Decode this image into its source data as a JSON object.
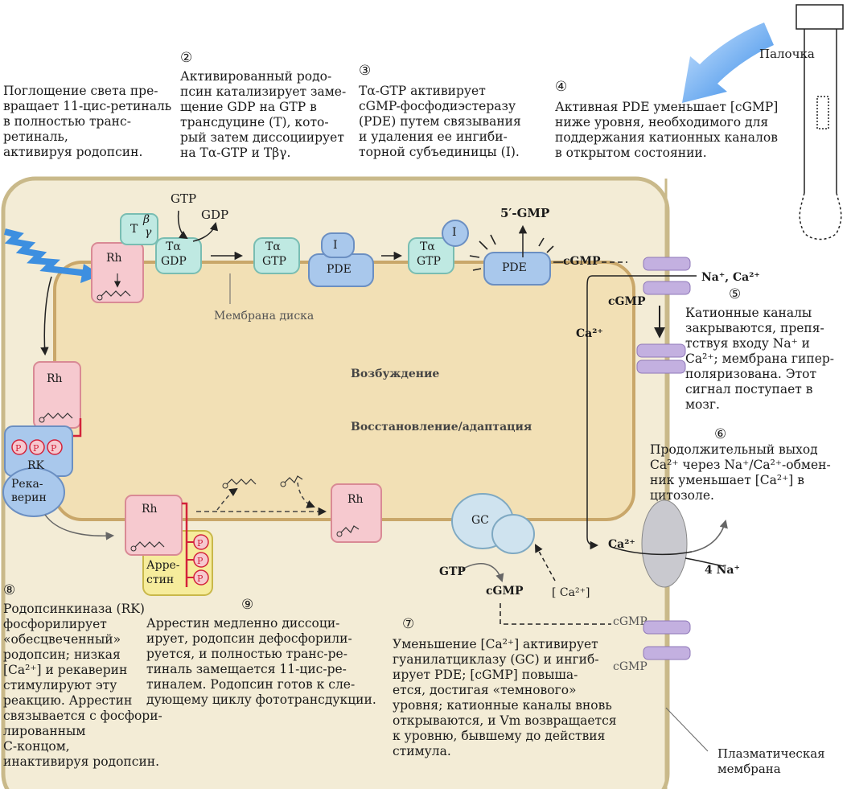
{
  "steps": {
    "s1": {
      "num": "",
      "text": "Поглощение света пре-\nвращает 11-цис-ретиналь\nв полностью транс-\nретиналь,\nактивируя родопсин."
    },
    "s2": {
      "num": "②",
      "text": "Активированный родо-\nпсин катализирует заме-\nщение GDP на GTP в\nтрансдуцине (T), кото-\nрый затем диссоциирует\nна Tα-GTP и Tβγ."
    },
    "s3": {
      "num": "③",
      "text": "Tα-GTP активирует\ncGMP-фосфодиэстеразу\n(PDE) путем связывания\nи удаления ее ингиби-\nторной субъединицы (I)."
    },
    "s4": {
      "num": "④",
      "text": "Активная PDE уменьшает [cGMP]\nниже уровня, необходимого для\nподдержания катионных каналов\nв открытом состоянии."
    },
    "s5": {
      "num": "⑤",
      "text": "Катионные каналы\nзакрываются, препя-\nтствуя входу Na⁺ и\nCa²⁺; мембрана гипер-\nполяризована. Этот\nсигнал поступает в\nмозг."
    },
    "s6": {
      "num": "⑥",
      "text": "Продолжительный выход\nCa²⁺ через Na⁺/Ca²⁺-обмен-\nник уменьшает [Ca²⁺] в\nцитозоле."
    },
    "s7": {
      "num": "⑦",
      "text": "Уменьшение [Ca²⁺] активирует\nгуанилатциклазу (GC) и ингиб-\nирует PDE; [cGMP] повыша-\nется, достигая «темнового»\nуровня; катионные каналы вновь\nоткрываются, и Vm возвращается\nк уровню, бывшему до действия\nстимула."
    },
    "s8": {
      "num": "⑧",
      "text": "Родопсинкиназа (RK)\nфосфорилирует\n«обесцвеченный»\nродопсин; низкая\n[Ca²⁺] и рекаверин\nстимулируют эту\nреакцию. Аррестин\nсвязывается с фосфори-\nлированным\nC-концом,\nинактивируя родопсин."
    },
    "s9": {
      "num": "⑨",
      "text": "Аррестин медленно диссоци-\nирует, родопсин дефосфорили-\nруется, и полностью транс-ре-\nтиналь замещается 11-цис-ре-\nтиналем. Родопсин готов к сле-\nдующему циклу фототрансдукции."
    }
  },
  "labels": {
    "rod": "Палочка",
    "disc_membrane": "Мембрана диска",
    "excitation": "Возбуждение",
    "recovery": "Восстановление/адаптация",
    "plasma_membrane": "Плазматическая\nмембрана",
    "gtp": "GTP",
    "gdp": "GDP",
    "five_gmp": "5′-GMP",
    "cgmp": "cGMP",
    "ca": "Ca²⁺",
    "na_ca": "Na⁺, Ca²⁺",
    "four_na": "4 Na⁺",
    "ca_bracket": "[ Ca²⁺]",
    "rh": "Rh",
    "t": "T",
    "beta": "β",
    "gamma": "γ",
    "t_alpha": "Tα",
    "pde": "PDE",
    "inhibitor": "I",
    "gc": "GC",
    "rk": "RK",
    "recoverin": "Река-\nверин",
    "arrestin": "Арре-\nстин",
    "p": "P"
  },
  "colors": {
    "cell": "#f3ecd6",
    "cell_border": "#c9b98a",
    "disc": "#f2e0b5",
    "disc_border": "#c9a76a",
    "rh_fill": "#f6c9cf",
    "rh_border": "#d98a95",
    "t_fill": "#bfe9e2",
    "pde_fill": "#a9c8ec",
    "channel": "#c3b0e0",
    "arrow_blue": "#3d8fe0",
    "arrestin": "#f6ec9c",
    "red": "#d3223a"
  }
}
